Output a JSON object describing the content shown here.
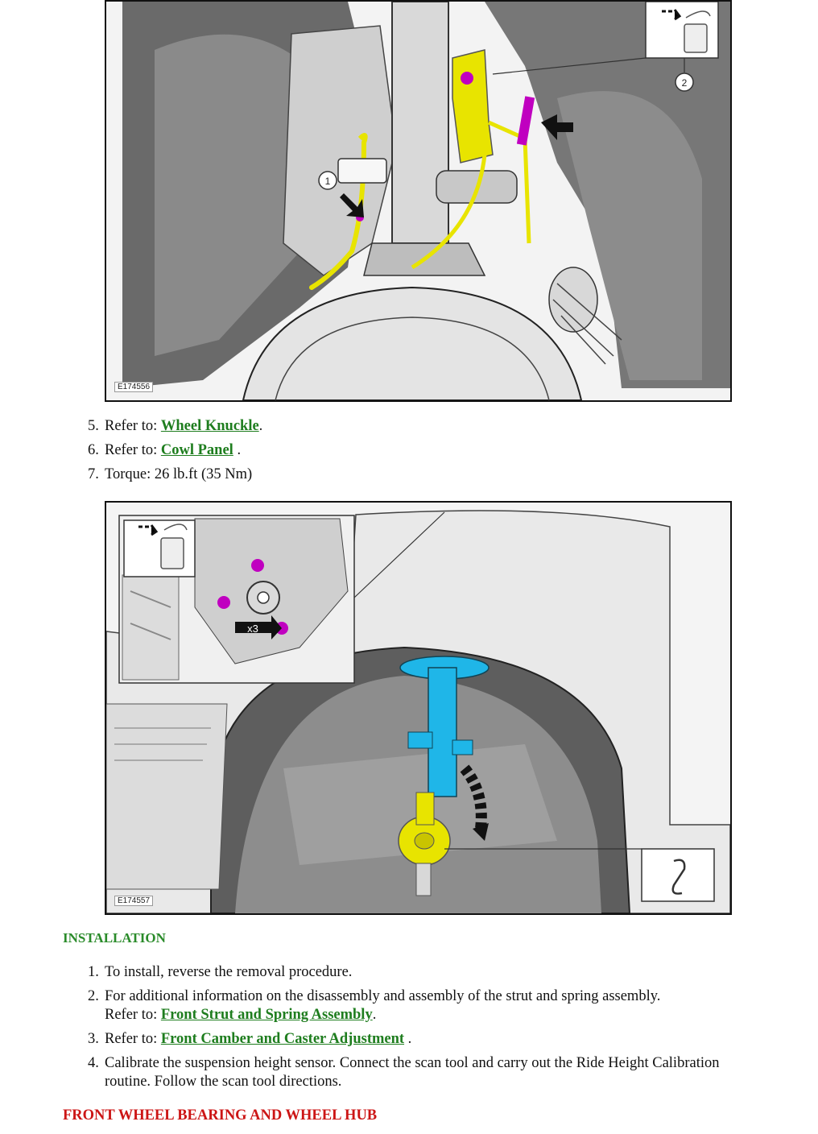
{
  "figure1": {
    "id": "E174556",
    "callouts": [
      "1",
      "2"
    ]
  },
  "steps_removal": [
    {
      "num": "5.",
      "prefix": "Refer to: ",
      "link": "Wheel Knuckle",
      "suffix": "."
    },
    {
      "num": "6.",
      "prefix": "Refer to: ",
      "link": "Cowl Panel",
      "suffix": " ."
    },
    {
      "num": "7.",
      "text": "Torque: 26 lb.ft (35 Nm)"
    }
  ],
  "figure2": {
    "id": "E174557",
    "inset_label": "x3"
  },
  "installation": {
    "heading": "INSTALLATION",
    "steps": [
      {
        "num": "1.",
        "text": "To install, reverse the removal procedure."
      },
      {
        "num": "2.",
        "text": "For additional information on the disassembly and assembly of the strut and spring assembly.",
        "prefix": "Refer to: ",
        "link": "Front Strut and Spring Assembly",
        "suffix": "."
      },
      {
        "num": "3.",
        "prefix": "Refer to: ",
        "link": "Front Camber and Caster Adjustment",
        "suffix": " ."
      },
      {
        "num": "4.",
        "text": "Calibrate the suspension height sensor. Connect the scan tool and carry out the Ride Height Calibration routine. Follow the scan tool directions."
      }
    ]
  },
  "next_section": "FRONT WHEEL BEARING AND WHEEL HUB",
  "colors": {
    "link": "#1e7d1e",
    "install_heading": "#2a8b2a",
    "next_heading": "#cc1515",
    "highlight_yellow": "#e8e400",
    "highlight_magenta": "#c000c0",
    "strut_cyan": "#1fb6e8"
  }
}
